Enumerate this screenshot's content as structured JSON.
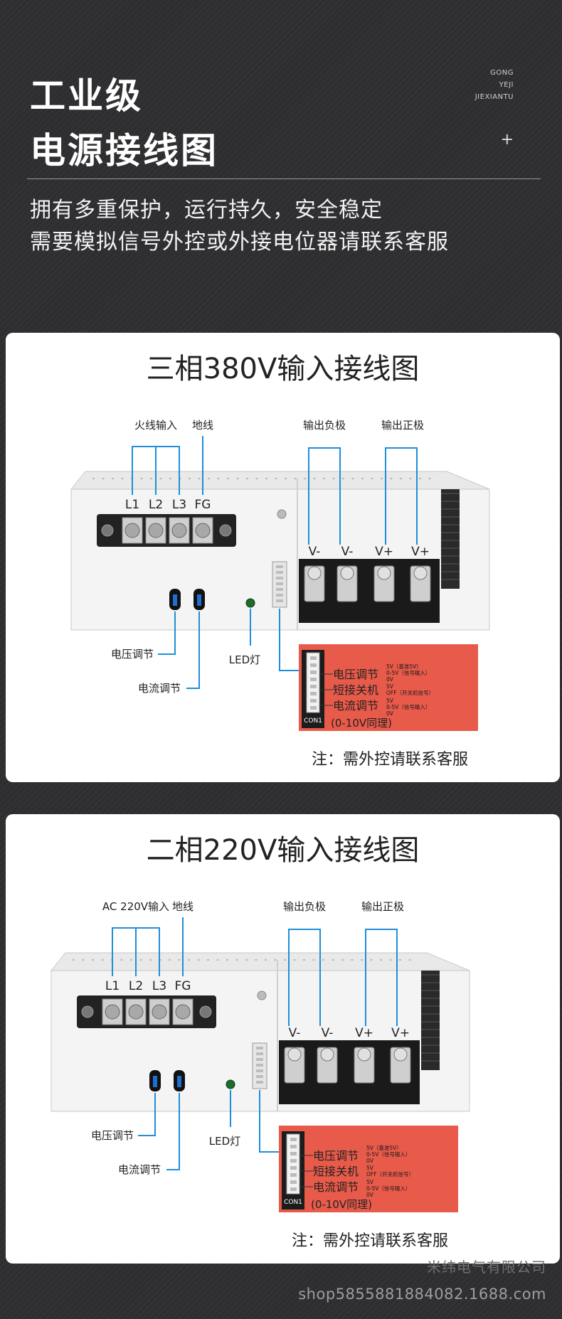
{
  "header": {
    "title_line1": "工业级",
    "title_line2": "电源接线图",
    "side_tag": [
      "GONG",
      "YEJI",
      "JIEXIANTU"
    ],
    "plus": "+",
    "subtitle_line1": "拥有多重保护，运行持久，安全稳定",
    "subtitle_line2": "需要模拟信号外控或外接电位器请联系客服"
  },
  "diagram1": {
    "title": "三相380V输入接线图",
    "label_live": "火线输入",
    "label_ground": "地线",
    "label_neg": "输出负极",
    "label_pos": "输出正极",
    "terminals": [
      "L1",
      "L2",
      "L3",
      "FG"
    ],
    "outputs": [
      "V-",
      "V-",
      "V+",
      "V+"
    ],
    "voltage_adj": "电压调节",
    "current_adj": "电流调节",
    "led": "LED灯",
    "con_rows": [
      "电压调节",
      "短接关机",
      "电流调节"
    ],
    "con_signals": [
      "5V（基准5V）",
      "0-5V（信号输入）",
      "0V",
      "5V",
      "OFF（开关机信号）",
      "5V",
      "0-5V（信号输入）",
      "0V"
    ],
    "con_note": "(0-10V同理)",
    "con_label": "CON1",
    "footnote": "注：需外控请联系客服"
  },
  "diagram2": {
    "title": "二相220V输入接线图",
    "label_live": "AC 220V输入",
    "label_ground": "地线",
    "label_neg": "输出负极",
    "label_pos": "输出正极",
    "terminals": [
      "L1",
      "L2",
      "L3",
      "FG"
    ],
    "outputs": [
      "V-",
      "V-",
      "V+",
      "V+"
    ],
    "voltage_adj": "电压调节",
    "current_adj": "电流调节",
    "led": "LED灯",
    "con_rows": [
      "电压调节",
      "短接关机",
      "电流调节"
    ],
    "con_signals": [
      "5V（基准5V）",
      "0-5V（信号输入）",
      "0V",
      "5V",
      "OFF（开关机信号）",
      "5V",
      "0-5V（信号输入）",
      "0V"
    ],
    "con_note": "(0-10V同理)",
    "con_label": "CON1",
    "footnote": "注：需外控请联系客服"
  },
  "footer": {
    "company": "米纬电气有限公司",
    "shop": "shop5855881884082.1688.com"
  },
  "colors": {
    "background": "#2e2e30",
    "card": "#ffffff",
    "callout_line": "#1f8ed8",
    "panel_red": "#e85a4a",
    "device_body": "#f4f4f4"
  }
}
